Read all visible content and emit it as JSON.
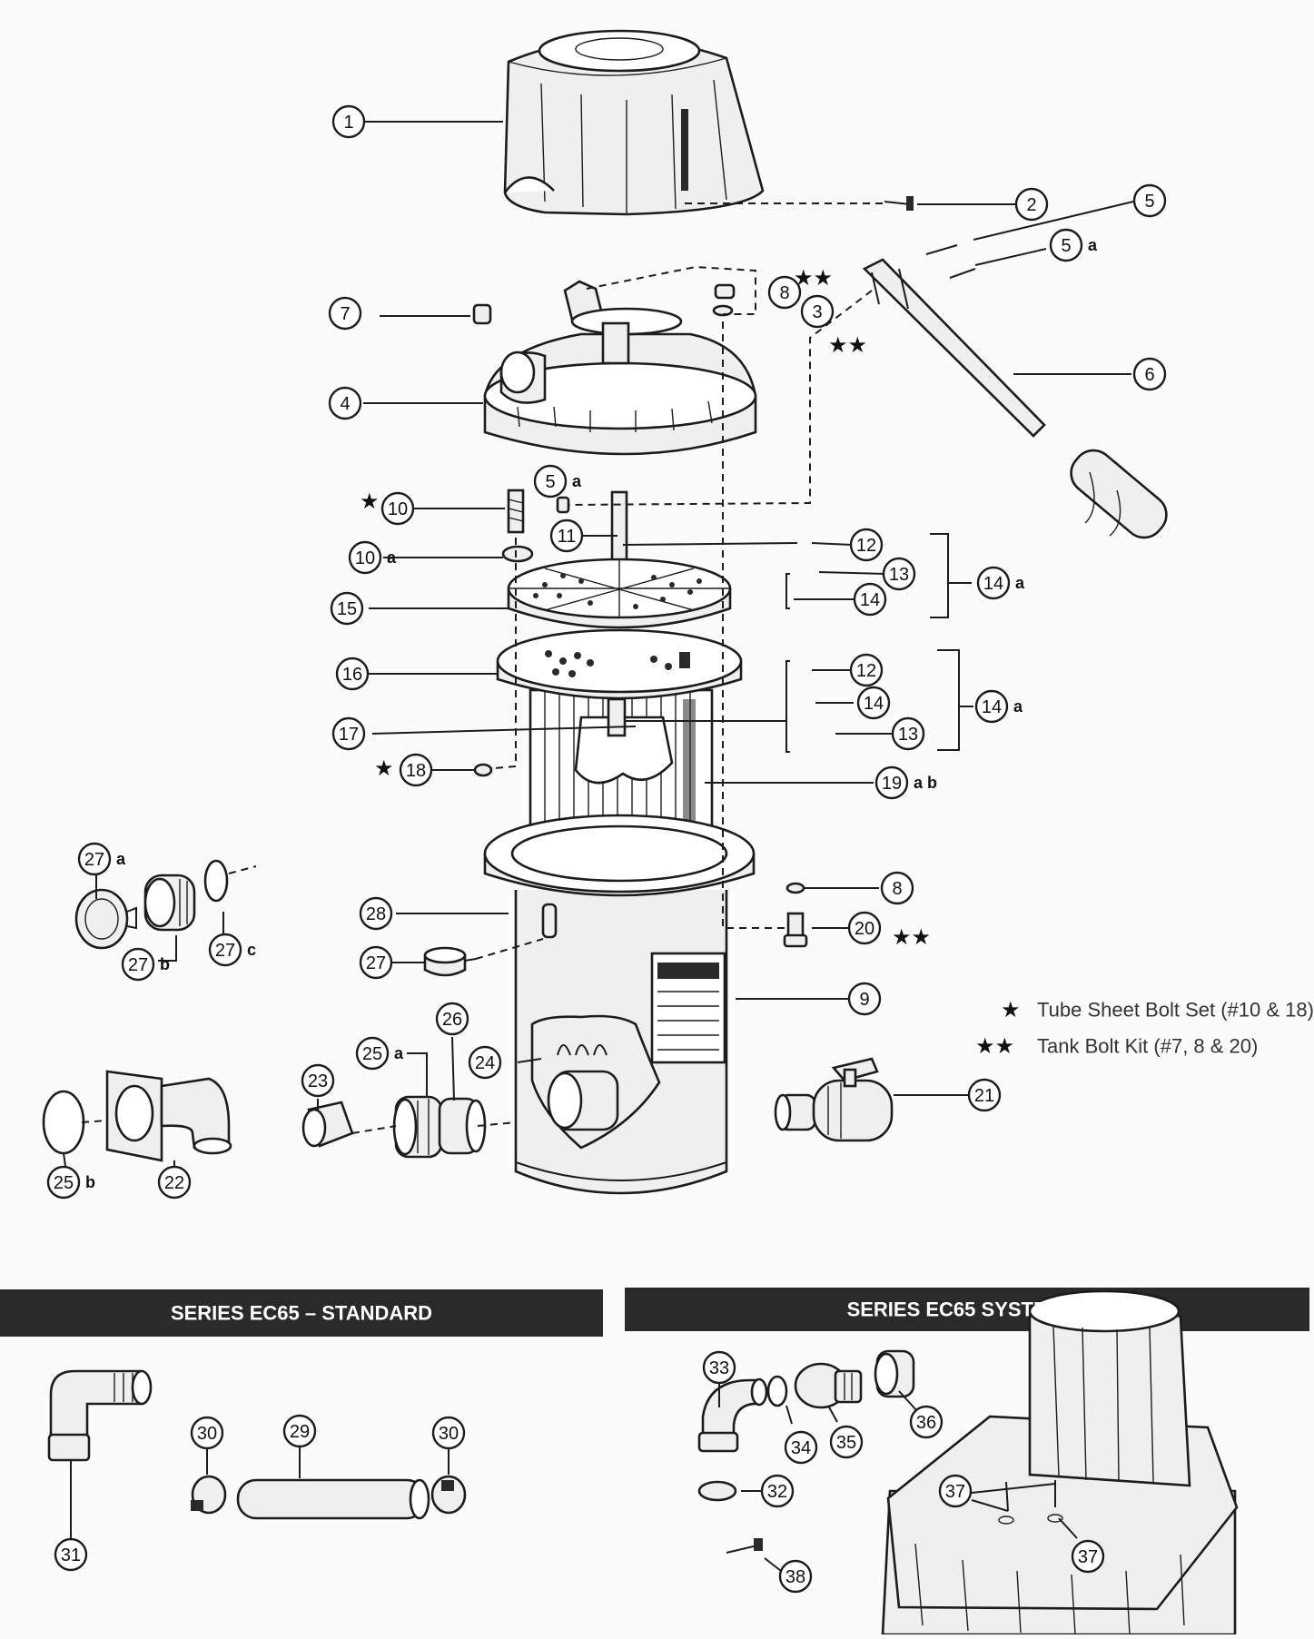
{
  "diagram": {
    "banners": [
      {
        "label": "SERIES EC65 – STANDARD"
      },
      {
        "label": "SERIES EC65 SYSTEM III"
      }
    ],
    "legend": [
      {
        "stars": "★",
        "text": "Tube Sheet Bolt Set (#10 & 18)"
      },
      {
        "stars": "★★",
        "text": "Tank Bolt Kit (#7, 8 & 20)"
      }
    ],
    "star_marks": [
      "★★",
      "★★",
      "★",
      "★",
      "★★"
    ],
    "callouts": [
      {
        "num": "1",
        "suffix": ""
      },
      {
        "num": "2",
        "suffix": ""
      },
      {
        "num": "5",
        "suffix": ""
      },
      {
        "num": "5",
        "suffix": "a"
      },
      {
        "num": "7",
        "suffix": ""
      },
      {
        "num": "8",
        "suffix": ""
      },
      {
        "num": "3",
        "suffix": ""
      },
      {
        "num": "6",
        "suffix": ""
      },
      {
        "num": "4",
        "suffix": ""
      },
      {
        "num": "5",
        "suffix": "a"
      },
      {
        "num": "10",
        "suffix": ""
      },
      {
        "num": "11",
        "suffix": ""
      },
      {
        "num": "12",
        "suffix": ""
      },
      {
        "num": "10",
        "suffix": "a"
      },
      {
        "num": "13",
        "suffix": ""
      },
      {
        "num": "14",
        "suffix": "a"
      },
      {
        "num": "14",
        "suffix": ""
      },
      {
        "num": "15",
        "suffix": ""
      },
      {
        "num": "16",
        "suffix": ""
      },
      {
        "num": "12",
        "suffix": ""
      },
      {
        "num": "14",
        "suffix": ""
      },
      {
        "num": "14",
        "suffix": "a"
      },
      {
        "num": "17",
        "suffix": ""
      },
      {
        "num": "13",
        "suffix": ""
      },
      {
        "num": "18",
        "suffix": ""
      },
      {
        "num": "19",
        "suffix": "a b"
      },
      {
        "num": "27",
        "suffix": "a"
      },
      {
        "num": "8",
        "suffix": ""
      },
      {
        "num": "28",
        "suffix": ""
      },
      {
        "num": "20",
        "suffix": ""
      },
      {
        "num": "27",
        "suffix": "c"
      },
      {
        "num": "27",
        "suffix": "b"
      },
      {
        "num": "27",
        "suffix": ""
      },
      {
        "num": "9",
        "suffix": ""
      },
      {
        "num": "26",
        "suffix": ""
      },
      {
        "num": "25",
        "suffix": "a"
      },
      {
        "num": "24",
        "suffix": ""
      },
      {
        "num": "23",
        "suffix": ""
      },
      {
        "num": "21",
        "suffix": ""
      },
      {
        "num": "25",
        "suffix": "b"
      },
      {
        "num": "22",
        "suffix": ""
      },
      {
        "num": "33",
        "suffix": ""
      },
      {
        "num": "36",
        "suffix": ""
      },
      {
        "num": "30",
        "suffix": ""
      },
      {
        "num": "29",
        "suffix": ""
      },
      {
        "num": "30",
        "suffix": ""
      },
      {
        "num": "34",
        "suffix": ""
      },
      {
        "num": "35",
        "suffix": ""
      },
      {
        "num": "37",
        "suffix": ""
      },
      {
        "num": "32",
        "suffix": ""
      },
      {
        "num": "31",
        "suffix": ""
      },
      {
        "num": "37",
        "suffix": ""
      },
      {
        "num": "38",
        "suffix": ""
      }
    ]
  }
}
